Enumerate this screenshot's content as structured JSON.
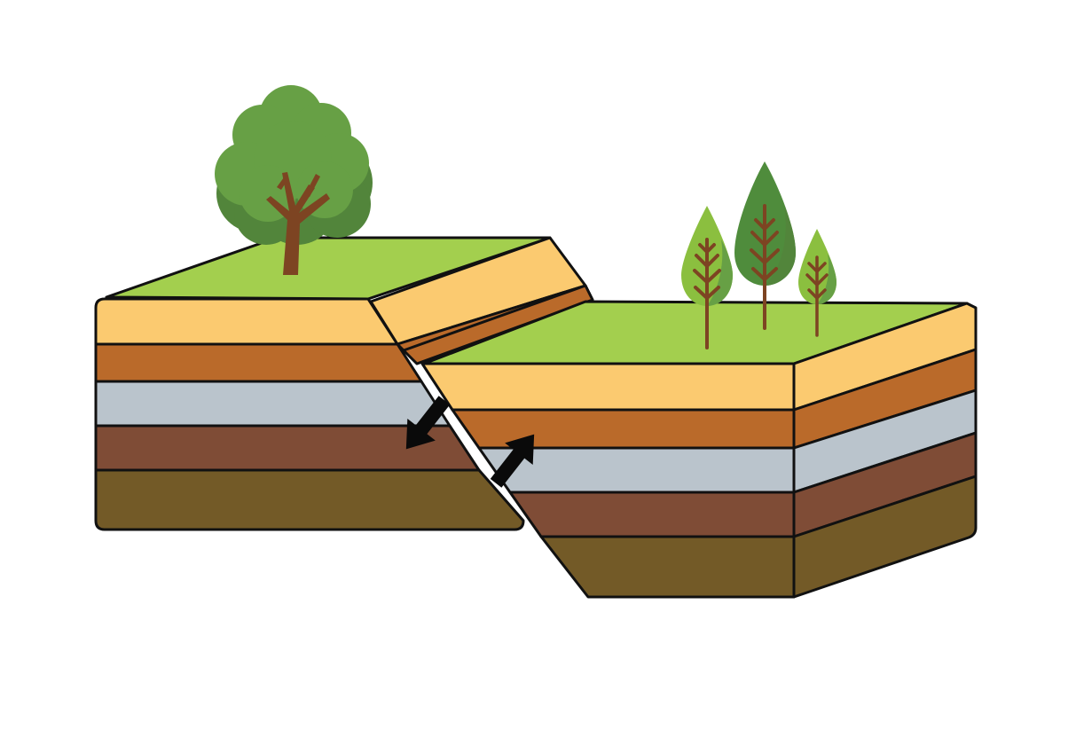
{
  "diagram": {
    "subject": "normal-fault-block",
    "colors": {
      "outline": "#111111",
      "grass": "#a3cf4e",
      "sand": "#fbca70",
      "orange_clay": "#ba6a2a",
      "gray_rock": "#bac4cc",
      "red_brown": "#7f4c36",
      "olive_soil": "#735a27",
      "tree_dark": "#52853b",
      "tree_mid": "#67a045",
      "conifer_light": "#8bbf3f",
      "conifer_dark": "#4f8c3c",
      "trunk": "#7d4422",
      "arrow": "#0a0a0a"
    },
    "layers_top_to_bottom": [
      "grass",
      "sand",
      "orange_clay",
      "gray_rock",
      "red_brown",
      "olive_soil"
    ],
    "trees": {
      "left_block": [
        "deciduous-tree"
      ],
      "right_block": [
        "conifer-small",
        "conifer-tall",
        "conifer-small"
      ]
    },
    "arrows": [
      "up-left-arrow-icon",
      "down-right-arrow-icon"
    ]
  }
}
